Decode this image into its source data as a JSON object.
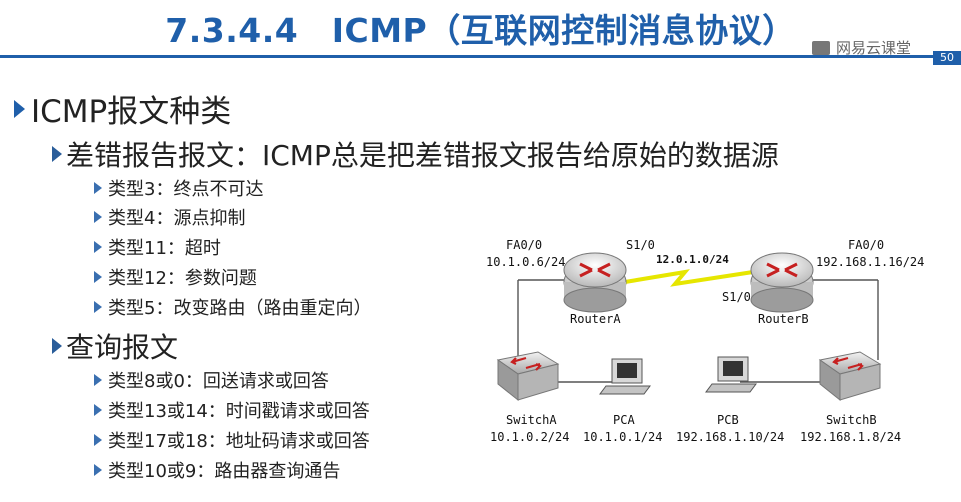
{
  "header": {
    "title": "7.3.4.4　ICMP（互联网控制消息协议）",
    "brand": "网易云课堂",
    "page_number": "50"
  },
  "content": {
    "heading": "ICMP报文种类",
    "sections": [
      {
        "label": "差错报告报文：ICMP总是把差错报文报告给原始的数据源",
        "items": [
          "类型3：终点不可达",
          "类型4：源点抑制",
          "类型11：超时",
          "类型12：参数问题",
          "类型5：改变路由（路由重定向）"
        ]
      },
      {
        "label": "查询报文",
        "items": [
          "类型8或0：回送请求或回答",
          "类型13或14：时间戳请求或回答",
          "类型17或18：地址码请求或回答",
          "类型10或9：路由器查询通告"
        ]
      }
    ]
  },
  "diagram": {
    "router_a": {
      "name": "RouterA",
      "port_left": "FA0/0",
      "ip_left": "10.1.0.6/24",
      "port_serial": "S1/0"
    },
    "router_b": {
      "name": "RouterB",
      "port_right": "FA0/0",
      "ip_right": "192.168.1.16/24",
      "port_serial": "S1/0"
    },
    "serial_network": "12.0.1.0/24",
    "switch_a": {
      "name": "SwitchA",
      "ip": "10.1.0.2/24"
    },
    "pca": {
      "name": "PCA",
      "ip": "10.1.0.1/24"
    },
    "pcb": {
      "name": "PCB",
      "ip": "192.168.1.10/24"
    },
    "switch_b": {
      "name": "SwitchB",
      "ip": "192.168.1.8/24"
    }
  }
}
